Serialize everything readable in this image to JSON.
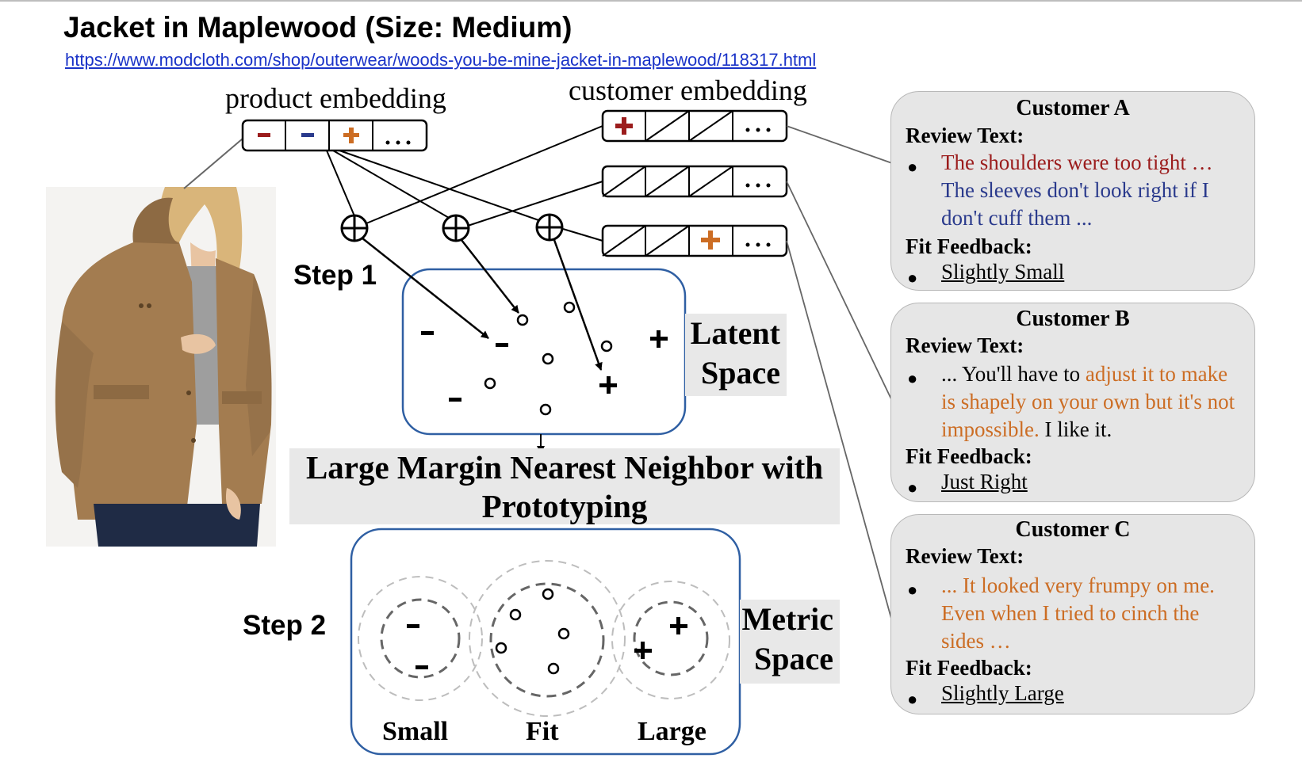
{
  "header": {
    "title": "Jacket in Maplewood (Size: Medium)",
    "url": "https://www.modcloth.com/shop/outerwear/woods-you-be-mine-jacket-in-maplewood/118317.html"
  },
  "embeddings": {
    "product_label": "product embedding",
    "customer_label": "customer embedding",
    "product_cells": [
      "-",
      "-",
      "+",
      "..."
    ],
    "customer_rows": [
      [
        "+",
        "/",
        "/",
        "..."
      ],
      [
        "/",
        "/",
        "/",
        "..."
      ],
      [
        "/",
        "/",
        "+",
        "..."
      ]
    ]
  },
  "steps": {
    "step1": "Step 1",
    "step2": "Step 2"
  },
  "latent_space": {
    "label_line1": "Latent",
    "label_line2": "Space"
  },
  "method": {
    "line1": "Large Margin Nearest Neighbor with",
    "line2": "Prototyping"
  },
  "metric_space": {
    "label_line1": "Metric",
    "label_line2": "Space",
    "clusters": [
      "Small",
      "Fit",
      "Large"
    ]
  },
  "customers": [
    {
      "name": "Customer A",
      "review_label": "Review Text:",
      "review_segments": [
        {
          "text": "The shoulders were too tight …",
          "color": "#9b1c1c"
        },
        {
          "text": "The sleeves don't look right if I don't cuff them ...",
          "color": "#2a3a8c"
        }
      ],
      "fit_label": "Fit Feedback:",
      "fit_value": "Slightly Small"
    },
    {
      "name": "Customer B",
      "review_label": "Review Text:",
      "review_segments": [
        {
          "text": "... You'll have to",
          "color": "#000000"
        },
        {
          "text": "adjust it to make is shapely on your own but it's not impossible.",
          "color": "#cc6d24"
        },
        {
          "text": "I like it.",
          "color": "#000000"
        }
      ],
      "fit_label": "Fit Feedback:",
      "fit_value": "Just Right"
    },
    {
      "name": "Customer C",
      "review_label": "Review Text:",
      "review_segments": [
        {
          "text": "... It looked very frumpy on me. Even when I tried to cinch the sides …",
          "color": "#cc6d24"
        }
      ],
      "fit_label": "Fit Feedback:",
      "fit_value": "Slightly Large"
    }
  ],
  "colors": {
    "minus_red": "#9b1c1c",
    "minus_blue": "#2a3a8c",
    "plus_orange": "#cc6d24",
    "plus_red": "#9b1c1c",
    "box_border": "#2f5fa3",
    "panel_gray": "#e6e6e6"
  }
}
